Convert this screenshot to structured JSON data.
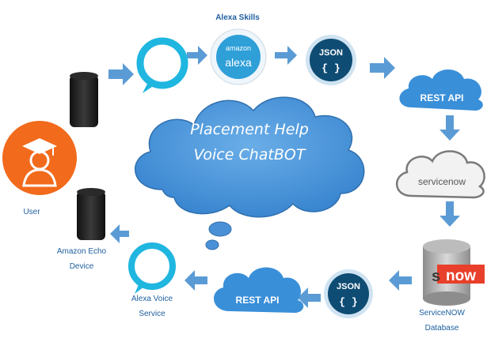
{
  "title_line1": "Placement Help",
  "title_line2": "Voice ChatBOT",
  "nodes": {
    "user": {
      "label": "User",
      "icon": "graduate-user-icon"
    },
    "echo": {
      "label_line1": "Amazon Echo",
      "label_line2": "Device",
      "icon": "echo-speaker-icon"
    },
    "alexa_skills": {
      "label": "Alexa Skills",
      "logo_top": "amazon",
      "logo_bottom": "alexa"
    },
    "json_top": {
      "label": "JSON",
      "glyph": "{ }"
    },
    "rest_api_top": {
      "label": "REST API"
    },
    "servicenow_cloud": {
      "logo": "servicenow"
    },
    "servicenow_db": {
      "label_line1": "ServiceNOW",
      "label_line2": "Database",
      "logo_left": "s",
      "logo_right": "now"
    },
    "json_bottom": {
      "label": "JSON",
      "glyph": "{ }"
    },
    "rest_api_bottom": {
      "label": "REST API"
    },
    "alexa_voice": {
      "label_line1": "Alexa Voice",
      "label_line2": "Service",
      "icon": "alexa-ring-icon"
    }
  },
  "colors": {
    "arrow": "#5b9bd5",
    "cloud": "#4a90d6",
    "user_circle": "#f26a1b",
    "alexa_cyan": "#1fb6e0",
    "dark_node": "#0f4c73",
    "speaker": "#1f1f1f",
    "servicenow_red": "#e8402a",
    "label": "#1f5fa0"
  }
}
